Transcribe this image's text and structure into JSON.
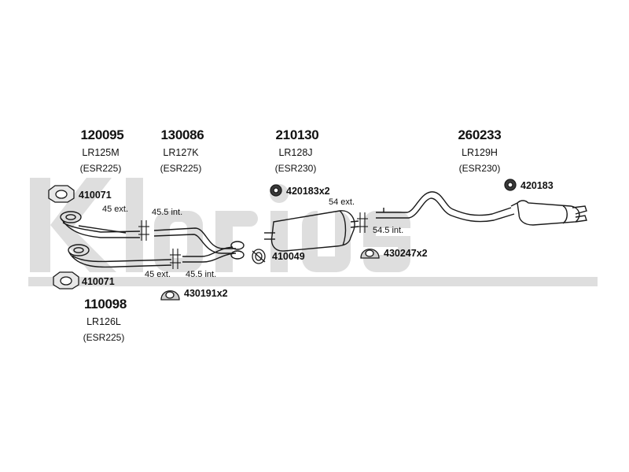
{
  "watermark": {
    "text": "Klarius",
    "color": "#dedede"
  },
  "parts": [
    {
      "id": "p120095",
      "number": "120095",
      "ref": "LR125M",
      "esr": "(ESR225)"
    },
    {
      "id": "p130086",
      "number": "130086",
      "ref": "LR127K",
      "esr": "(ESR225)"
    },
    {
      "id": "p210130",
      "number": "210130",
      "ref": "LR128J",
      "esr": "(ESR230)"
    },
    {
      "id": "p260233",
      "number": "260233",
      "ref": "LR129H",
      "esr": "(ESR230)"
    },
    {
      "id": "p110098",
      "number": "110098",
      "ref": "LR126L",
      "esr": "(ESR225)"
    }
  ],
  "accessories": {
    "gasket_top": "410071",
    "gasket_bottom": "410071",
    "clamp_kit_1": "420183x2",
    "clamp_kit_2": "420183",
    "ring_410049": "410049",
    "mount_430191": "430191x2",
    "mount_430247": "430247x2"
  },
  "dimensions": {
    "top_45_ext": "45 ext.",
    "top_45_5_int": "45.5 int.",
    "bot_45_ext": "45 ext.",
    "bot_45_5_int": "45.5 int.",
    "dim_54_ext": "54 ext.",
    "dim_54_5_int": "54.5 int."
  }
}
